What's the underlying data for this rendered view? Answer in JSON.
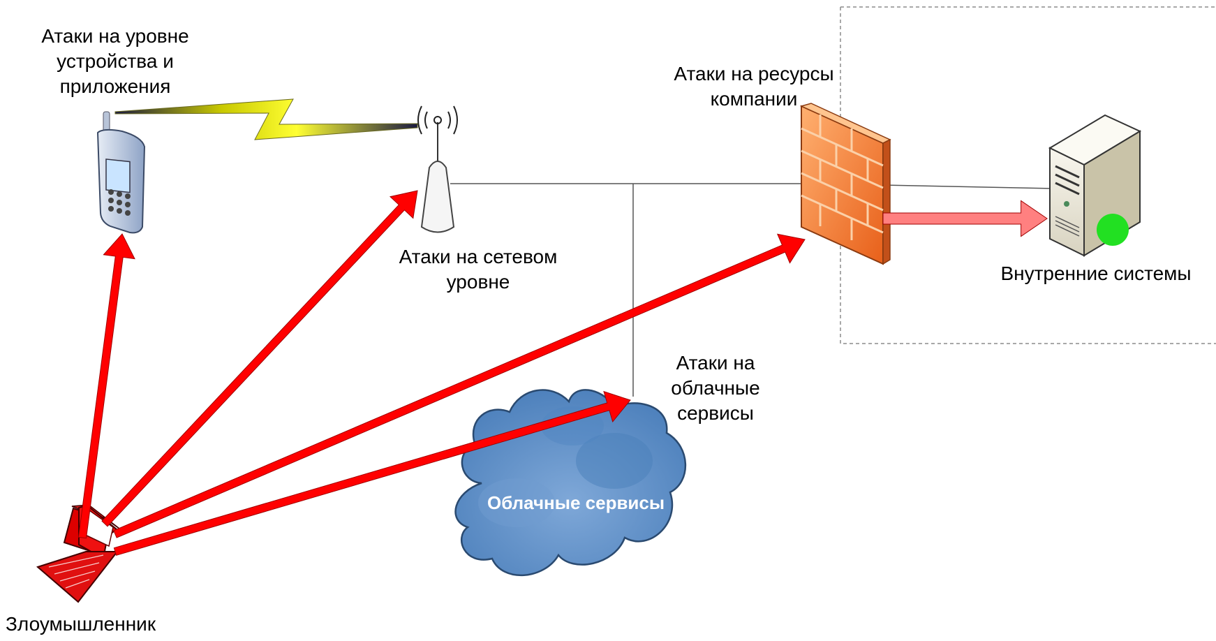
{
  "labels": {
    "device_attacks": [
      "Атаки на уровне",
      "устройства и",
      "приложения"
    ],
    "network_attacks": [
      "Атаки на сетевом",
      "уровне"
    ],
    "company_attacks": [
      "Атаки на ресурсы",
      "компании"
    ],
    "internal_systems": "Внутренние системы",
    "cloud_attacks": [
      "Атаки на",
      "облачные",
      "сервисы"
    ],
    "cloud_name": "Облачные сервисы",
    "attacker": "Злоумышленник"
  },
  "colors": {
    "attack_arrow": "#ff0000",
    "internal_arrow": "#ff8080",
    "firewall": "#f47a2a",
    "cloud": "#5b8fc7",
    "lightning": "#ffff33",
    "status_dot": "#22e022"
  },
  "icons": [
    "mobile-phone-icon",
    "wifi-antenna-icon",
    "firewall-icon",
    "server-icon",
    "cloud-icon",
    "laptop-icon"
  ]
}
